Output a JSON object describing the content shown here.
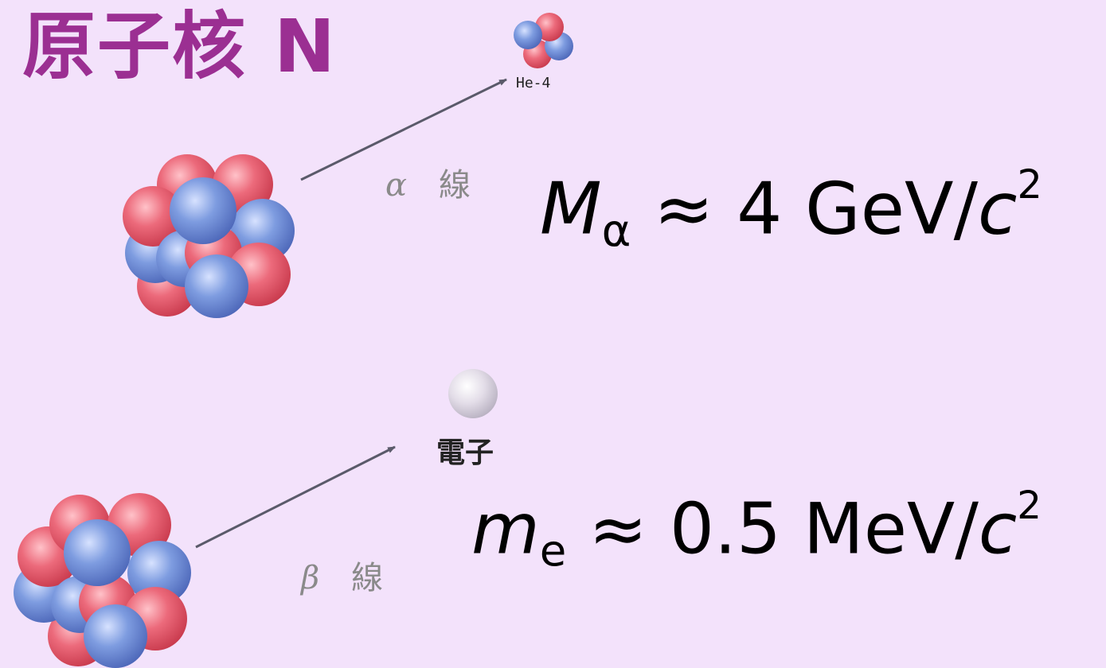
{
  "title": "原子核 N",
  "alpha": {
    "greek": "α",
    "ray": "線",
    "product_label": "He-4",
    "mass_symbol": "M",
    "mass_sub": "α",
    "approx": "≈",
    "mass_value": "4 GeV/",
    "c": "c",
    "exp": "2"
  },
  "beta": {
    "greek": "β",
    "ray": "線",
    "product_label": "電子",
    "mass_symbol": "m",
    "mass_sub": "e",
    "approx": "≈",
    "mass_value": "0.5 MeV/",
    "c": "c",
    "exp": "2"
  },
  "colors": {
    "background": "#f3e2fb",
    "title": "#9b2f92",
    "proton": "#e0586a",
    "neutron": "#6f8fd8",
    "electron": "#cfcfd8",
    "arrow": "#5a5a6a"
  }
}
